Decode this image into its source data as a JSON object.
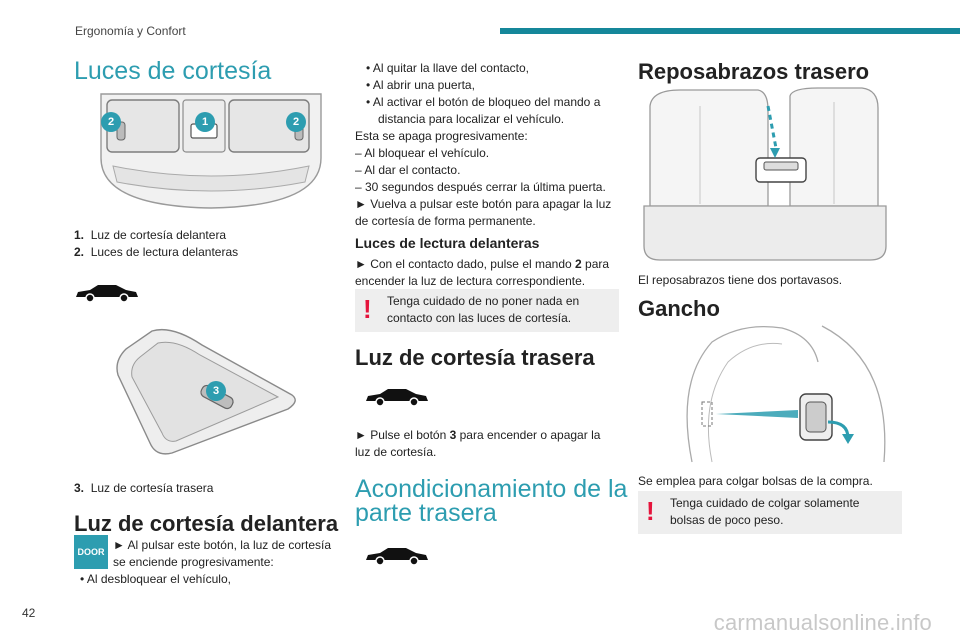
{
  "header": {
    "section": "Ergonomía y Confort",
    "accent": "#15879a"
  },
  "page_number": "42",
  "watermark": "carmanualsonline.info",
  "col1": {
    "title": "Luces de cortesía",
    "callout_1": "1",
    "callout_2": "2",
    "callout_3": "3",
    "legend": [
      {
        "num": "1.",
        "text": "Luz de cortesía delantera"
      },
      {
        "num": "2.",
        "text": "Luces de lectura delanteras"
      },
      {
        "num": "3.",
        "text": "Luz de cortesía trasera"
      }
    ],
    "front_title": "Luz de cortesía delantera",
    "door_label": "DOOR",
    "front_text_1": "► Al pulsar este botón, la luz de cortesía",
    "front_text_2": "se enciende progresivamente:",
    "front_bullet_1": "• Al desbloquear el vehículo,"
  },
  "col2": {
    "bullets": [
      "• Al quitar la llave del contacto,",
      "• Al abrir una puerta,",
      "• Al activar el botón de bloqueo del mando a",
      "distancia para localizar el vehículo."
    ],
    "off_intro": "Esta se apaga progresivamente:",
    "off_items": [
      "– Al bloquear el vehículo.",
      "– Al dar el contacto.",
      "– 30 segundos después cerrar la última puerta."
    ],
    "press_again_1": "► Vuelva a pulsar este botón para apagar la luz",
    "press_again_2": "de cortesía de forma permanente.",
    "reading_title": "Luces de lectura delanteras",
    "reading_1a": "► Con el contacto dado, pulse el mando ",
    "reading_1b": "2",
    "reading_1c": " para",
    "reading_2": "encender la luz de lectura correspondiente.",
    "warning_1": "Tenga cuidado de no poner nada en",
    "warning_2": "contacto con las luces de cortesía.",
    "warn_mark": "!",
    "rear_title": "Luz de cortesía trasera",
    "rear_1a": "► Pulse el botón ",
    "rear_1b": "3",
    "rear_1c": " para encender o apagar la",
    "rear_2": "luz de cortesía.",
    "ac_title_1": "Acondicionamiento de la",
    "ac_title_2": "parte trasera"
  },
  "col3": {
    "armrest_title": "Reposabrazos trasero",
    "armrest_text": "El reposabrazos tiene dos portavasos.",
    "hook_title": "Gancho",
    "hook_text": "Se emplea para colgar bolsas de la compra.",
    "warning_1": "Tenga cuidado de colgar solamente",
    "warning_2": "bolsas de poco peso.",
    "warn_mark": "!"
  }
}
